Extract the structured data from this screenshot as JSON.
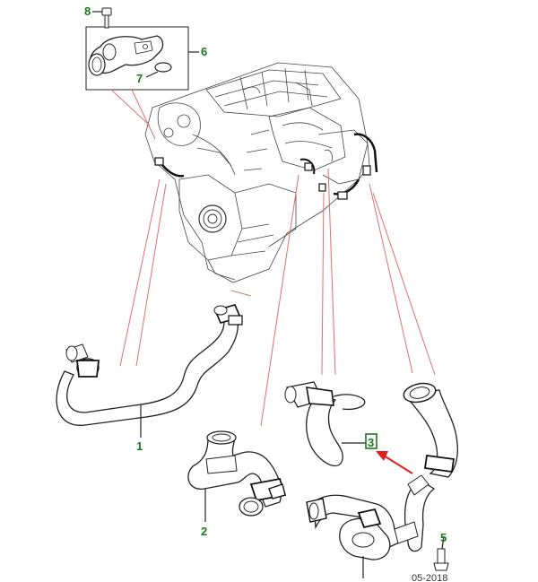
{
  "callouts": {
    "c1": "1",
    "c2": "2",
    "c3": "3",
    "c5": "5",
    "c6": "6",
    "c7": "7",
    "c8": "8"
  },
  "date_code": "05-2018",
  "colors": {
    "callout_text": "#1a7a1a",
    "leader_lines": "#e07070",
    "highlight_box": "#1a7a1a",
    "arrow": "#e02020"
  }
}
